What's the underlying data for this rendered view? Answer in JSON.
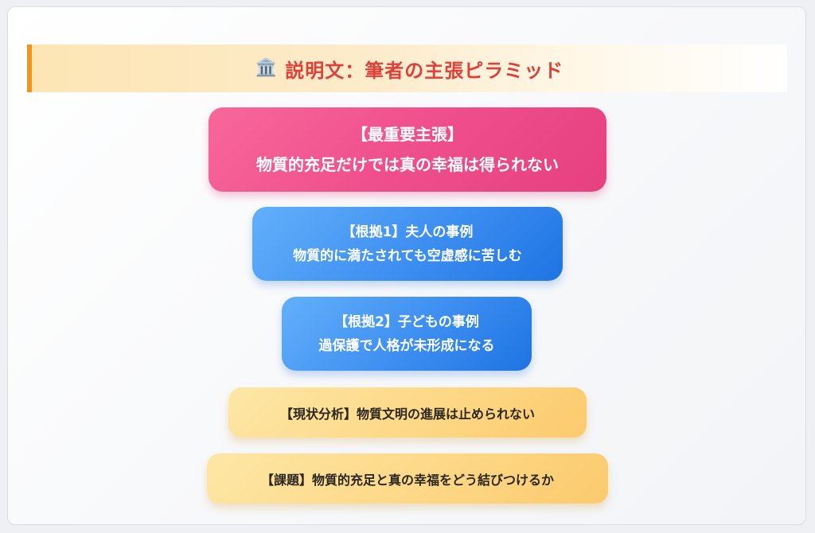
{
  "title": {
    "icon": "🏛️",
    "text": "説明文：筆者の主張ピラミッド"
  },
  "pyramid": {
    "main_claim": {
      "label": "【最重要主張】",
      "text": "物質的充足だけでは真の幸福は得られない"
    },
    "evidence_1": {
      "label": "【根拠1】夫人の事例",
      "text": "物質的に満たされても空虚感に苦しむ"
    },
    "evidence_2": {
      "label": "【根拠2】子どもの事例",
      "text": "過保護で人格が未形成になる"
    },
    "analysis": {
      "text": "【現状分析】物質文明の進展は止められない"
    },
    "issue": {
      "text": "【課題】物質的充足と真の幸福をどう結びつけるか"
    }
  },
  "colors": {
    "title_text": "#e0403a",
    "title_accent": "#f0951f",
    "main_box": "#ee4d8b",
    "evidence_box": "#3d8ef1",
    "analysis_box": "#fdd887"
  }
}
